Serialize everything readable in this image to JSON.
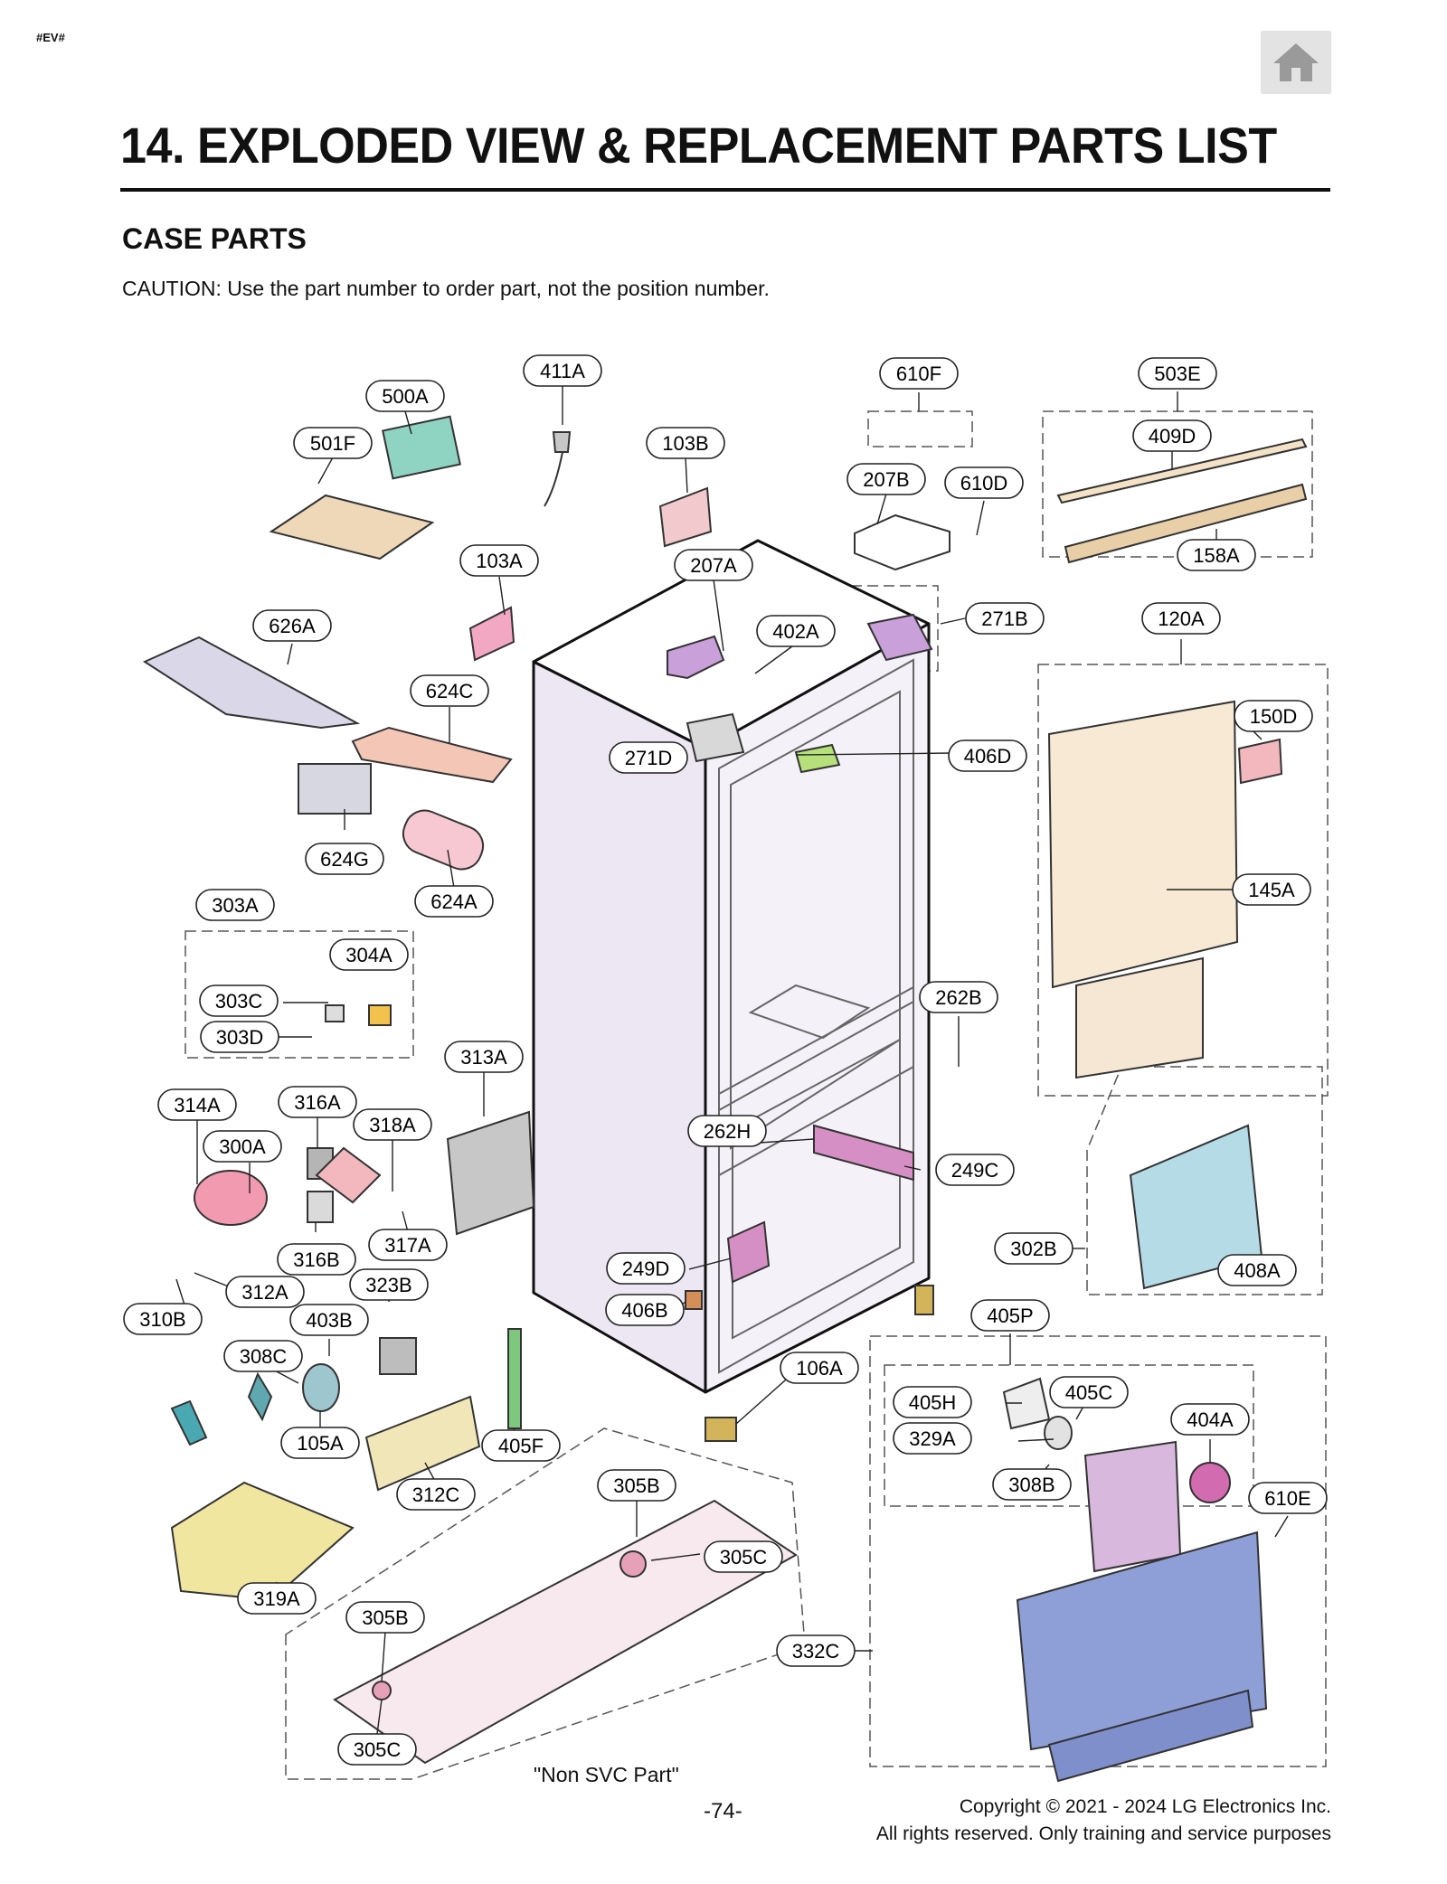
{
  "corner_tag": "#EV#",
  "icons": {
    "home": "home-icon"
  },
  "header": {
    "title": "14. EXPLODED VIEW & REPLACEMENT PARTS LIST",
    "section": "CASE PARTS",
    "caution": "CAUTION: Use the part number to order part, not the position number."
  },
  "callouts": [
    "411A",
    "500A",
    "501F",
    "103B",
    "610F",
    "503E",
    "409D",
    "207B",
    "610D",
    "158A",
    "103A",
    "207A",
    "626A",
    "402A",
    "271B",
    "120A",
    "624C",
    "271D",
    "406D",
    "150D",
    "624G",
    "145A",
    "303A",
    "624A",
    "304A",
    "303C",
    "262B",
    "303D",
    "313A",
    "314A",
    "316A",
    "318A",
    "262H",
    "300A",
    "249C",
    "316B",
    "317A",
    "249D",
    "302B",
    "408A",
    "312A",
    "323B",
    "406B",
    "310B",
    "403B",
    "405P",
    "308C",
    "106A",
    "405H",
    "405C",
    "329A",
    "404A",
    "308B",
    "105A",
    "405F",
    "312C",
    "305B",
    "305C",
    "610E",
    "319A",
    "332C"
  ],
  "labels": {
    "callout_305B_lower": "305B",
    "callout_305C_lower": "305C",
    "non_svc": "\"Non SVC Part\""
  },
  "colors": {
    "cabinet": "#f1eef6",
    "purple": "#c9a0d9",
    "pink": "#f2b8be",
    "blue": "#8e9ed6",
    "cream": "#f5e7d3",
    "yellow": "#f1e6a0"
  },
  "footer": {
    "page_number": "-74-",
    "copyright": "Copyright © 2021 - 2024 LG Electronics Inc.",
    "rights": "All rights reserved. Only training and service purposes"
  }
}
